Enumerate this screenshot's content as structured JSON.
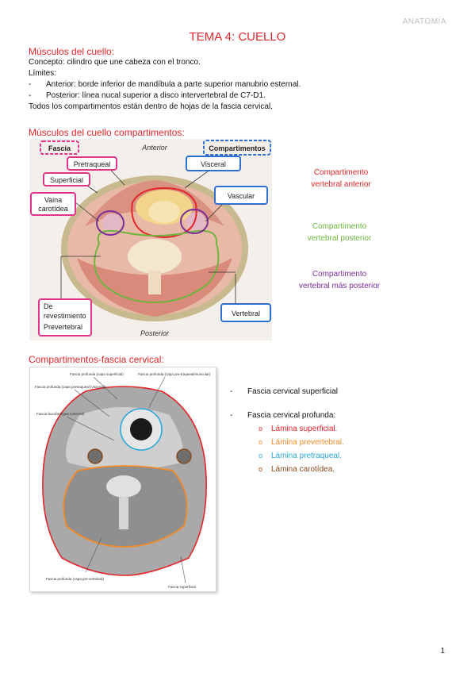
{
  "header": {
    "tag": "ANATOMÍA"
  },
  "title": "TEMA 4: CUELLO",
  "section1": {
    "heading": "Músculos del cuello:",
    "concept": "Concepto: cilindro que une cabeza con el tronco.",
    "limits_label": "Límites:",
    "limits": [
      "Anterior: borde inferior de mandíbula a parte superior manubrio esternal.",
      "Posterior: línea nucal superior a disco intervertebral de C7-D1."
    ],
    "note": "Todos los compartimentos están dentro de hojas de la fascia cervical."
  },
  "section2": {
    "heading": "Músculos del cuello compartimentos:",
    "figure": {
      "top_label": "Anterior",
      "bottom_label": "Posterior",
      "boxes": {
        "fascia": "Fascia",
        "pretraqueal": "Pretraqueal",
        "superficial": "Superficial",
        "vaina_line1": "Vaina",
        "vaina_line2": "carotídea",
        "revest_line1": "De",
        "revest_line2": "revestimiento",
        "revest_line3": "Prevertebral",
        "compartimentos": "Compartimentos",
        "visceral": "Visceral",
        "vascular": "Vascular",
        "vertebral": "Vertebral"
      }
    },
    "legend": [
      {
        "line1": "Compartimento",
        "line2": "vertebral anterior",
        "color": "#e3262a"
      },
      {
        "line1": "Compartimento",
        "line2": "vertebral posterior",
        "color": "#6fb43f"
      },
      {
        "line1": "Compartimento",
        "line2": "vertebral más posterior",
        "color": "#7a2e99"
      }
    ]
  },
  "section3": {
    "heading": "Compartimentos-fascia cervical:",
    "figure_labels": {
      "a": "Fascia profunda (capa superficial)",
      "b": "Fascia profunda (capa pre-traqueal/muscular)",
      "c": "Fascia profunda (capa pretraqueal (visceral))",
      "d": "Fascia bucofaríngea (visceral)",
      "e": "Fascia profunda (capa pre-vertebral)",
      "f": "Fascia superficial"
    },
    "list": {
      "item1": "Fascia cervical superficial",
      "item2": "Fascia cervical profunda:",
      "subitems": [
        {
          "text": "Lámina superficial.",
          "color": "#e3262a"
        },
        {
          "text": "Lámina prevertebral.",
          "color": "#f28b2a"
        },
        {
          "text": "Lámina pretraqueal.",
          "color": "#2aa7d9"
        },
        {
          "text": "Lámina carotídea.",
          "color": "#8a4b1f"
        }
      ]
    }
  },
  "footer": {
    "page": "1"
  }
}
